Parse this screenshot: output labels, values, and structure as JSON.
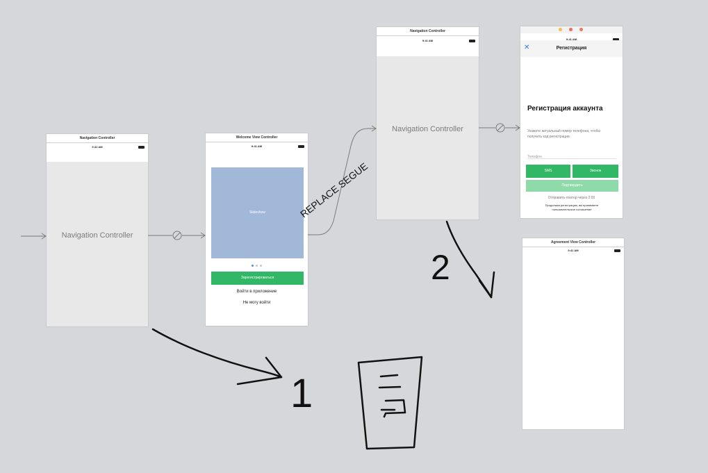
{
  "scenes": {
    "nav_left": {
      "title": "Navigation Controller",
      "status_time": "9:41 AM",
      "label": "Navigation Controller"
    },
    "welcome": {
      "title": "Welcome View Controller",
      "status_time": "9:41 AM",
      "image_placeholder": "Slideshow",
      "primary_button": "Зарегистрироваться",
      "login_link": "Войти в приложение",
      "cant_login_link": "Не могу войти"
    },
    "nav_right": {
      "title": "Navigation Controller",
      "status_time": "9:41 AM",
      "label": "Navigation Controller"
    },
    "registration": {
      "status_time": "9:41 AM",
      "close_glyph": "✕",
      "nav_title": "Регистрация",
      "heading": "Регистрация аккаунта",
      "description": "Укажите актуальный номер телефона, чтобы получить код регистрации.",
      "phone_placeholder": "Телефон",
      "sms_button": "SMS",
      "call_button": "Звонок",
      "confirm_button": "Подтвердить",
      "resend_text": "Отправить повтор через 2:00",
      "terms_text": "Продолжая регистрацию, вы принимаете пользовательское соглашение"
    },
    "agreement": {
      "title": "Agreement View Controller",
      "status_time": "9:41 AM"
    }
  },
  "annotations": {
    "segue_label": "REPLACE SEGUE",
    "number_one": "1",
    "number_two": "2"
  },
  "colors": {
    "canvas": "#d6d7da",
    "accent_green": "#31b765",
    "light_green": "#8fdaa9",
    "slideshow_blue": "#a2b8d9",
    "close_blue": "#2b7be4",
    "window_red": "#f36b5a",
    "window_yellow": "#f6bd4f",
    "window_green": "#e9785f"
  },
  "icons": [
    "segue-circle-icon",
    "close-icon",
    "battery-icon",
    "page-dots-icon",
    "sketch-screen-icon"
  ]
}
